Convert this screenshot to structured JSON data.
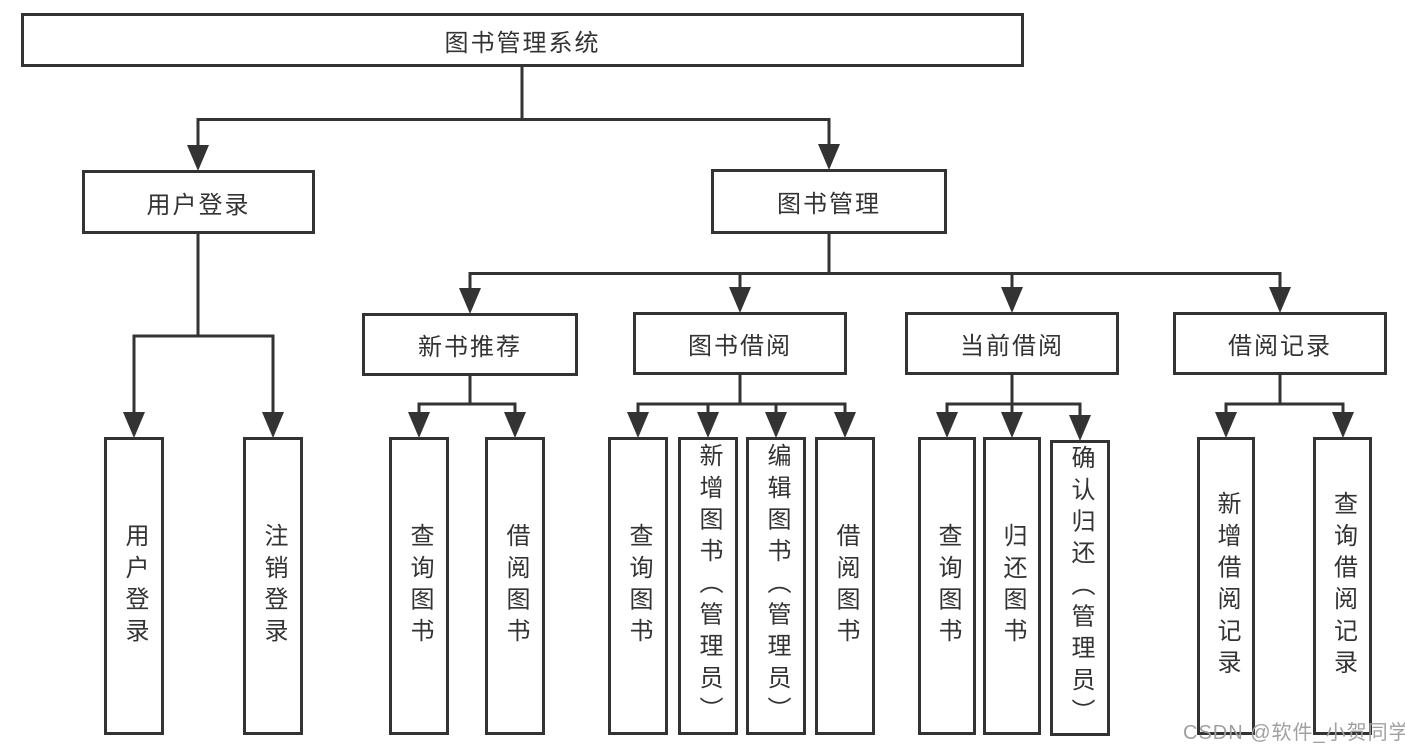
{
  "colors": {
    "line": "#333333",
    "text": "#333333",
    "watermark": "#a0a0a0",
    "background": "#ffffff"
  },
  "watermark": "CSDN @软件_小贺同学",
  "nodes": {
    "root": {
      "label": "图书管理系统"
    },
    "userLogin": {
      "label": "用户登录"
    },
    "bookMgmt": {
      "label": "图书管理"
    },
    "newBookRec": {
      "label": "新书推荐"
    },
    "bookBorrow": {
      "label": "图书借阅"
    },
    "currentBorrow": {
      "label": "当前借阅"
    },
    "borrowRecord": {
      "label": "借阅记录"
    },
    "userLoginLeaf": {
      "label": "用户登录"
    },
    "logoutLeaf": {
      "label": "注销登录"
    },
    "queryBook1": {
      "label": "查询图书"
    },
    "borrowBook1": {
      "label": "借阅图书"
    },
    "queryBook2": {
      "label": "查询图书"
    },
    "addBookAdmin": {
      "label": "新增图书（管理员）"
    },
    "editBookAdmin": {
      "label": "编辑图书（管理员）"
    },
    "borrowBook2": {
      "label": "借阅图书"
    },
    "queryBook3": {
      "label": "查询图书"
    },
    "returnBook": {
      "label": "归还图书"
    },
    "confirmReturnAdmin": {
      "label": "确认归还（管理员）"
    },
    "addBorrowRecord": {
      "label": "新增借阅记录"
    },
    "queryBorrowRecord": {
      "label": "查询借阅记录"
    }
  }
}
